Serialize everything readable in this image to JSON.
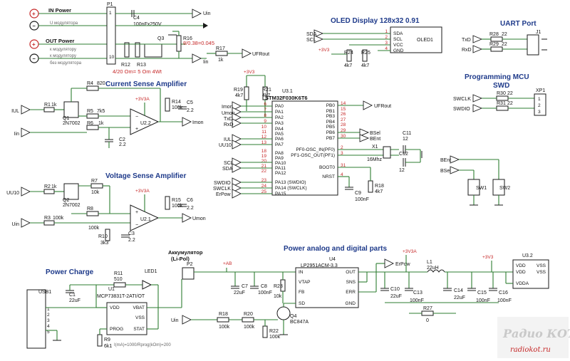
{
  "sections": {
    "oled": "OLED Display 128x32 0.91",
    "uart": "UART Port",
    "programming": "Programming MCU",
    "swd": "SWD",
    "current_amp": "Current Sense Amplifier",
    "voltage_amp": "Voltage Sense Amplifier",
    "power_charge": "Power Charge",
    "power_parts": "Power analog and digital parts",
    "battery": "Аккумулятор",
    "battery_sub": "(Li-Pol)"
  },
  "power_block": {
    "in_power": "IN Power",
    "out_power": "OUT Power",
    "in_sub": "U модулятора",
    "out_sub1": "к модулятору",
    "out_sub2": "к модулятору",
    "out_sub3": "без модулятора",
    "shunt_note": "4/20 Om= 5 Om 4Wt",
    "r16_value": "8/0.38=0.045",
    "c4_value": "100nFx250V",
    "r17_value": "1k"
  },
  "nets": {
    "uin": "Uin",
    "iin": "Iin",
    "ufrout": "UFRout",
    "iul": "IUL",
    "imon": "Imon",
    "umon": "Umon",
    "uu10": "UU10",
    "v33": "+3V3",
    "v33a": "+3V3A",
    "vab": "+AB",
    "sda": "SDA",
    "scl": "SCL",
    "txd": "TxD",
    "rxd": "RxD",
    "swclk": "SWCLK",
    "swdio": "SWDIO",
    "bsel": "BSel",
    "bent": "BEnt",
    "erpow": "ErPow",
    "vcc": "VCC",
    "gnd": "GND"
  },
  "refs": {
    "p1": "P1",
    "c4": "C4",
    "q3": "Q3",
    "r16": "R16",
    "r17": "R17",
    "r12": "R12",
    "r13": "R13",
    "r1": "R1",
    "r4": "R4",
    "r5": "R5",
    "r6": "R6",
    "r14": "R14",
    "c2": "C2",
    "c5": "C5",
    "q1": "Q1",
    "u21": "U2.1",
    "u22": "U2.2",
    "r2": "R2",
    "r3": "R3",
    "r7": "R7",
    "r8": "R8",
    "r10": "R10",
    "r15": "R15",
    "c3": "C3",
    "c6": "C6",
    "q2": "Q2",
    "u3": "U3.1",
    "mcu": "STM32F030K6T6",
    "r19": "R19",
    "r21": "R21",
    "c11": "C11",
    "c12": "C12",
    "x1": "X1",
    "r18mcu": "R18",
    "c9": "C9",
    "oled": "OLED1",
    "r24": "R24",
    "r25": "R25",
    "r28": "R28",
    "r29": "R29",
    "j1": "J1",
    "r30": "R30",
    "r31": "R31",
    "xp1": "XP1",
    "sw1": "SW1",
    "sw2": "SW2",
    "usb1": "USB1",
    "c1": "C1",
    "r11": "R11",
    "u1": "U1",
    "led1": "LED1",
    "r9": "R9",
    "u1part": "MCP73831T-2ATI/OT",
    "p2": "P2",
    "c7": "C7",
    "c8": "C8",
    "r23": "R23",
    "u4": "U4",
    "u4part": "LP2951ACM-3.3",
    "q4": "Q4",
    "q4part": "BC847A",
    "r18": "R18",
    "r20": "R20",
    "r22": "R22",
    "l1": "L1",
    "c10": "C10",
    "c13": "C13",
    "c14": "C14",
    "c15": "C15",
    "c16": "C16",
    "r27": "R27",
    "u32": "U3.2"
  },
  "values": {
    "r1": "1k",
    "r4": "820",
    "r5": "7k5",
    "r6": "1k",
    "r14": "100k",
    "c2": "2.2",
    "c5": "2.2",
    "q1": "2N7002",
    "r2": "1k",
    "r3": "100k",
    "r7": "10k",
    "r8": "100k",
    "r10": "3k3",
    "r15": "100k",
    "c3": "2.2",
    "c6": "2.2",
    "q2": "2N7002",
    "r19": "4k7",
    "r21": "4k7",
    "c11": "12",
    "c12": "12",
    "x1": "16Mhz",
    "r18mcu": "4k7",
    "c9": "100nF",
    "r24": "4k7",
    "r25": "4k7",
    "r28": "22",
    "r29": "22",
    "r30": "22",
    "r31": "22",
    "c1": "22uF",
    "r11": "510",
    "r9": "6k1",
    "c7": "22uF",
    "c8": "100nF",
    "r23": "10k",
    "r18": "100k",
    "r20": "100k",
    "r22": "100k",
    "l1": "22uH",
    "c10": "22uF",
    "c13": "100nF",
    "c14": "22uF",
    "c15": "100nF",
    "c16": "100nF",
    "r27": "0"
  },
  "charge_note": "I(mA)=1000/Rprog(kOm)=200",
  "u1_pins": [
    "VDD",
    "VBAT",
    "VSS",
    "PROG",
    "STAT"
  ],
  "u4_pins": [
    "IN",
    "VTAP",
    "FB",
    "SD",
    "OUT",
    "SNS",
    "ERR",
    "GND"
  ],
  "u32_pins": [
    "VDD",
    "VDD",
    "VDDA",
    "VSS",
    "VSS"
  ],
  "oled_pins": [
    "SDA",
    "SCL",
    "VCC",
    "GND"
  ],
  "mcu_left": [
    "PA0",
    "PA1",
    "PA2",
    "PA3",
    "PA4",
    "PA5",
    "PA6",
    "PA7",
    "PA8",
    "PA9",
    "PA10",
    "PA11",
    "PA12",
    "PA13 (SWDIO)",
    "PA14 (SWCLK)",
    "PA15"
  ],
  "mcu_left_nums": [
    "6",
    "7",
    "8",
    "9",
    "10",
    "11",
    "12",
    "13",
    "18",
    "19",
    "20",
    "21",
    "22",
    "23",
    "24",
    "25"
  ],
  "mcu_right": [
    "PB0",
    "PB1",
    "PB3",
    "PB4",
    "PB5",
    "PB6",
    "PB7",
    "PF0-OSC_IN(PF0)",
    "PF1-OSC_OUT(PF1)",
    "BOOT0",
    "NRST"
  ],
  "mcu_right_nums": [
    "14",
    "15",
    "26",
    "27",
    "28",
    "29",
    "30",
    "2",
    "3",
    "31",
    "4"
  ],
  "watermark": {
    "title": "Радио КОТ",
    "url": "radiokot.ru"
  }
}
